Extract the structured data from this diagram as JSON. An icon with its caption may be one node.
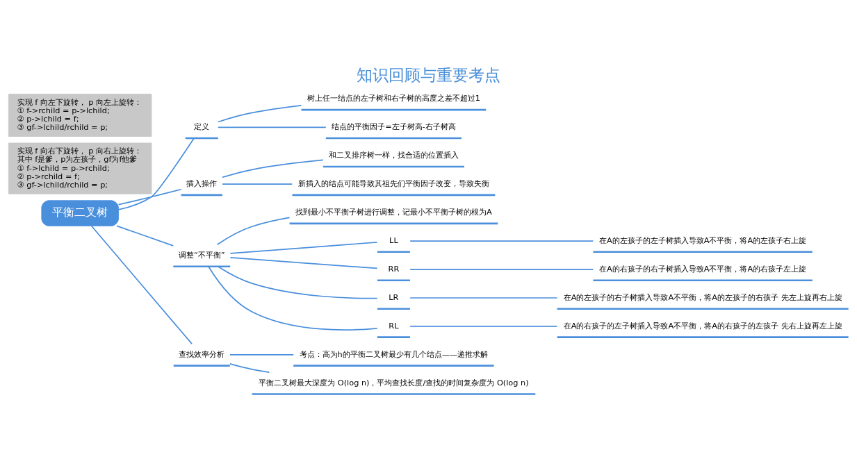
{
  "diagram": {
    "title": "知识回顾与重要考点",
    "nodes": [
      {
        "text": [
          "平衡二叉树"
        ]
      },
      {
        "text": [
          "定义"
        ]
      },
      {
        "text": [
          "树上任一结点的左子树和右子树的高度之差不超过1"
        ]
      },
      {
        "text": [
          "结点的平衡因子=左子树高-右子树高"
        ]
      },
      {
        "text": [
          "插入操作"
        ]
      },
      {
        "text": [
          "和二叉排序树一样，找合适的位置插入"
        ]
      },
      {
        "text": [
          "新插入的结点可能导致其祖先们平衡因子改变，导致失衡"
        ]
      },
      {
        "text": [
          "调整“不平衡”"
        ]
      },
      {
        "text": [
          "找到最小不平衡子树进行调整，记最小不平衡子树的根为A"
        ]
      },
      {
        "text": [
          "LL"
        ]
      },
      {
        "text": [
          "在A的左孩子的左子树插入导致A不平衡，将A的左孩子右上旋"
        ]
      },
      {
        "text": [
          "RR"
        ]
      },
      {
        "text": [
          "在A的右孩子的右子树插入导致A不平衡，将A的右孩子左上旋"
        ]
      },
      {
        "text": [
          "LR"
        ]
      },
      {
        "text": [
          "在A的左孩子的右子树插入导致A不平衡，将A的左孩子的右孩子 先左上旋再右上旋"
        ]
      },
      {
        "text": [
          "RL"
        ]
      },
      {
        "text": [
          "在A的右孩子的左子树插入导致A不平衡，将A的右孩子的左孩子 先右上旋再左上旋"
        ]
      },
      {
        "text": [
          "查找效率分析"
        ]
      },
      {
        "text": [
          "考点：高为h的平衡二叉树最少有几个结点——递推求解"
        ]
      },
      {
        "text": [
          "平衡二叉树最大深度为 O(log n)，平均查找长度/查找的时间复杂度为 O(log n)"
        ]
      },
      {
        "text": [
          "实现 f 向右下旋转， p 向右上旋转：",
          "其中 f是爹，p为左孩子，gf为f他爹",
          "① f->lchild = p->rchild;",
          "② p->rchild = f;",
          "③ gf->lchild/rchild = p;"
        ]
      },
      {
        "text": [
          "实现 f 向左下旋转， p 向左上旋转：",
          "① f->rchild = p->lchild;",
          "② p->lchild = f;",
          "③ gf->lchild/rchild = p;"
        ]
      }
    ],
    "edges": [
      {
        "from": 0,
        "to": 1,
        "arrow": "none"
      },
      {
        "from": 1,
        "to": 2,
        "arrow": "none"
      },
      {
        "from": 1,
        "to": 3,
        "arrow": "none"
      },
      {
        "from": 0,
        "to": 4,
        "arrow": "none"
      },
      {
        "from": 4,
        "to": 5,
        "arrow": "none"
      },
      {
        "from": 4,
        "to": 6,
        "arrow": "none"
      },
      {
        "from": 0,
        "to": 7,
        "arrow": "none"
      },
      {
        "from": 7,
        "to": 8,
        "arrow": "none"
      },
      {
        "from": 7,
        "to": 9,
        "arrow": "none"
      },
      {
        "from": 9,
        "to": 10,
        "arrow": "none"
      },
      {
        "from": 7,
        "to": 11,
        "arrow": "none"
      },
      {
        "from": 11,
        "to": 12,
        "arrow": "none"
      },
      {
        "from": 7,
        "to": 13,
        "arrow": "none"
      },
      {
        "from": 13,
        "to": 14,
        "arrow": "none"
      },
      {
        "from": 7,
        "to": 15,
        "arrow": "none"
      },
      {
        "from": 15,
        "to": 16,
        "arrow": "none"
      },
      {
        "from": 0,
        "to": 17,
        "arrow": "none"
      },
      {
        "from": 17,
        "to": 18,
        "arrow": "none"
      },
      {
        "from": 17,
        "to": 19,
        "arrow": "none"
      }
    ]
  }
}
